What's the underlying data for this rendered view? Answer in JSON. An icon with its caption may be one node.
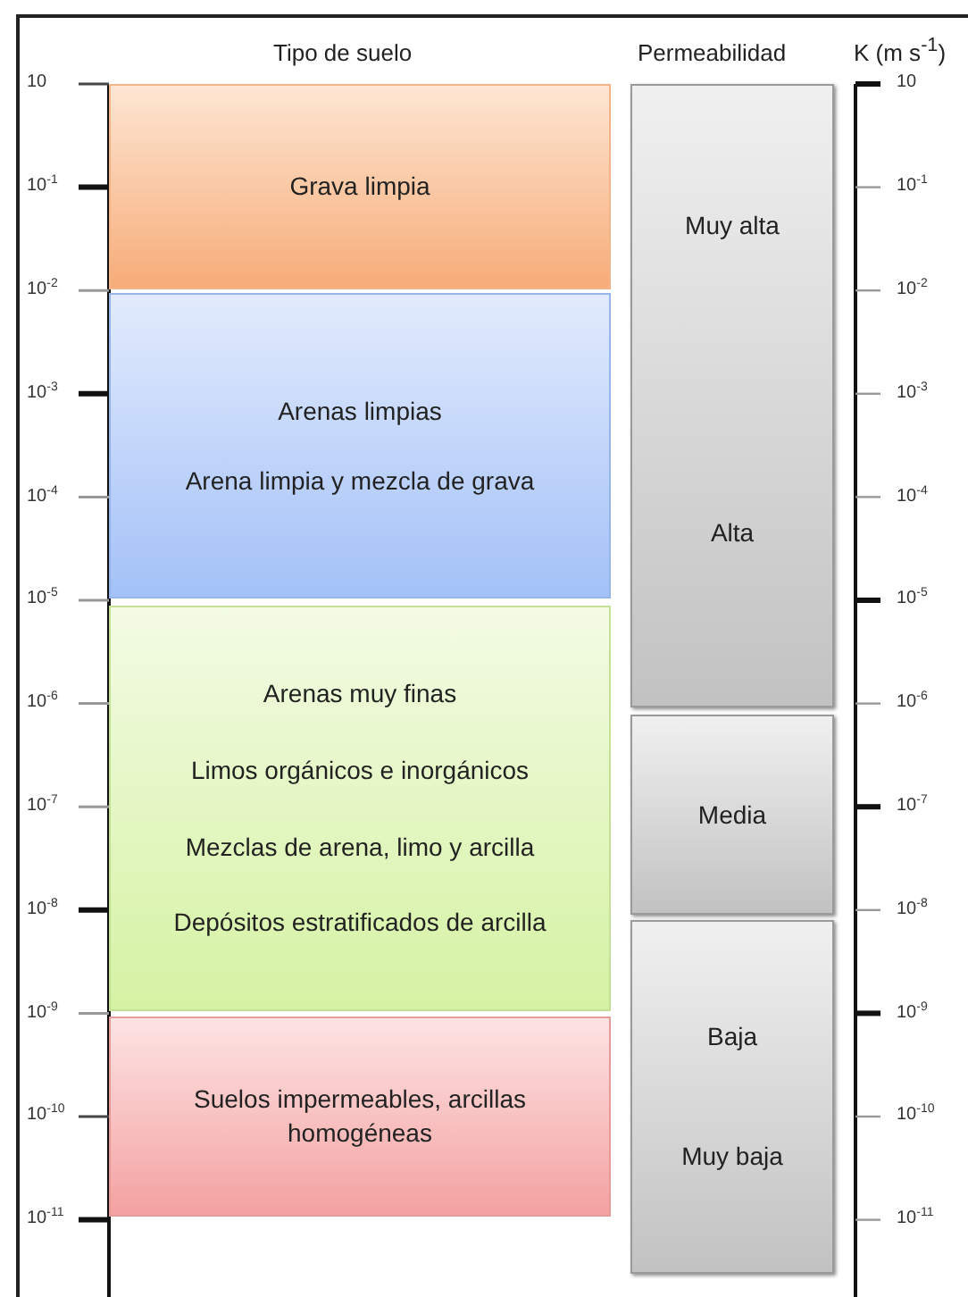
{
  "diagram": {
    "nodes": [
      {
        "text": [
          "Grava limpia"
        ]
      },
      {
        "text": [
          "Arenas limpias",
          "Arena limpia y mezcla de grava"
        ]
      },
      {
        "text": [
          "Arenas muy finas",
          "Limos orgánicos e inorgánicos",
          "Mezclas de arena, limo y arcilla",
          "Depósitos estratificados de arcilla"
        ]
      },
      {
        "text": [
          "Suelos impermeables, arcillas homogéneas"
        ]
      },
      {
        "text": [
          "Muy alta",
          "Alta"
        ]
      },
      {
        "text": [
          "Media"
        ]
      },
      {
        "text": [
          "Baja",
          "Muy baja"
        ]
      }
    ],
    "edges": [],
    "labels": [
      "Tipo de suelo",
      "Permeabilidad",
      "K (m s$^{-1}$)",
      "10",
      "10$^{-1}$",
      "10$^{-2}$",
      "10$^{-3}$",
      "10$^{-4}$",
      "10$^{-5}$",
      "10$^{-6}$",
      "10$^{-7}$",
      "10$^{-8}$",
      "10$^{-9}$",
      "10$^{-10}$",
      "10$^{-11}$",
      "10",
      "10$^{-1}$",
      "10$^{-2}$",
      "10$^{-3}$",
      "10$^{-4}$",
      "10$^{-5}$",
      "10$^{-6}$",
      "10$^{-7}$",
      "10$^{-8}$",
      "10$^{-9}$",
      "10$^{-10}$",
      "10$^{-11}$"
    ]
  }
}
